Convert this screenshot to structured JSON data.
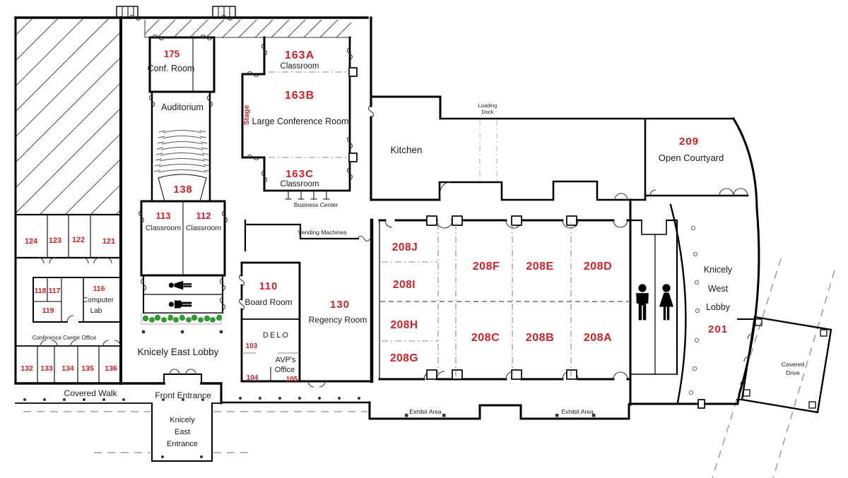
{
  "colors": {
    "room_number": "#d21f26",
    "stage_text": "#d21f26",
    "landscape_green": "#2da12d",
    "walls": "#000000"
  },
  "icons": {
    "restroom_men": "male-figure-icon",
    "restroom_women": "female-figure-icon",
    "lobby_top": "female-figure-icon-rotated",
    "lobby_bottom": "male-figure-icon-rotated",
    "landscaping": "green-plant-dots"
  },
  "labels": {
    "r175": {
      "num": "175",
      "name": "Conf. Room"
    },
    "auditorium": {
      "name": "Auditorium"
    },
    "r138": {
      "num": "138"
    },
    "r113": {
      "num": "113",
      "name": "Classroom"
    },
    "r112": {
      "num": "112",
      "name": "Classroom"
    },
    "stage": {
      "name": "Stage"
    },
    "r163a": {
      "num": "163A",
      "name": "Classroom"
    },
    "r163b": {
      "num": "163B",
      "name": "Large Conference Room"
    },
    "r163c": {
      "num": "163C",
      "name": "Classroom"
    },
    "business_center": {
      "name": "Business Center"
    },
    "kitchen": {
      "name": "Kitchen"
    },
    "loading_dock": {
      "lines": [
        "Loading",
        "Dock"
      ]
    },
    "r209": {
      "num": "209",
      "name": "Open Courtyard"
    },
    "vending": {
      "name": "Vending Machines"
    },
    "r110": {
      "num": "110",
      "name": "Board Room"
    },
    "delo": {
      "name": "DELO"
    },
    "r103": {
      "num": "103"
    },
    "r104": {
      "num": "104"
    },
    "r105": {
      "num": "105"
    },
    "avp": {
      "lines": [
        "AVP's",
        "Office"
      ]
    },
    "r130": {
      "num": "130",
      "name": "Regency Room"
    },
    "r208j": {
      "num": "208J"
    },
    "r208i": {
      "num": "208I"
    },
    "r208h": {
      "num": "208H"
    },
    "r208g": {
      "num": "208G"
    },
    "r208f": {
      "num": "208F"
    },
    "r208e": {
      "num": "208E"
    },
    "r208d": {
      "num": "208D"
    },
    "r208c": {
      "num": "208C"
    },
    "r208b": {
      "num": "208B"
    },
    "r208a": {
      "num": "208A"
    },
    "west_lobby": {
      "lines": [
        "Knicely",
        "West",
        "Lobby"
      ],
      "num": "201"
    },
    "covered_drive": {
      "lines": [
        "Covered",
        "Drive"
      ]
    },
    "east_lobby": {
      "name": "Knicely East Lobby"
    },
    "covered_walk": {
      "name": "Covered Walk"
    },
    "front_entrance": {
      "name": "Front Entrance"
    },
    "east_entrance": {
      "lines": [
        "Knicely",
        "East",
        "Entrance"
      ]
    },
    "exhibit_area_west": {
      "name": "Exhibit Area"
    },
    "exhibit_area_east": {
      "name": "Exhibit Area"
    },
    "r124": {
      "num": "124"
    },
    "r123": {
      "num": "123"
    },
    "r122": {
      "num": "122"
    },
    "r121": {
      "num": "121"
    },
    "r118": {
      "num": "118"
    },
    "r117": {
      "num": "117"
    },
    "r119": {
      "num": "119"
    },
    "r116": {
      "num": "116",
      "lines": [
        "Computer",
        "Lab"
      ]
    },
    "cc_office": {
      "name": "Conference Center Office"
    },
    "r132": {
      "num": "132"
    },
    "r133": {
      "num": "133"
    },
    "r134": {
      "num": "134"
    },
    "r135": {
      "num": "135"
    },
    "r136": {
      "num": "136"
    }
  }
}
